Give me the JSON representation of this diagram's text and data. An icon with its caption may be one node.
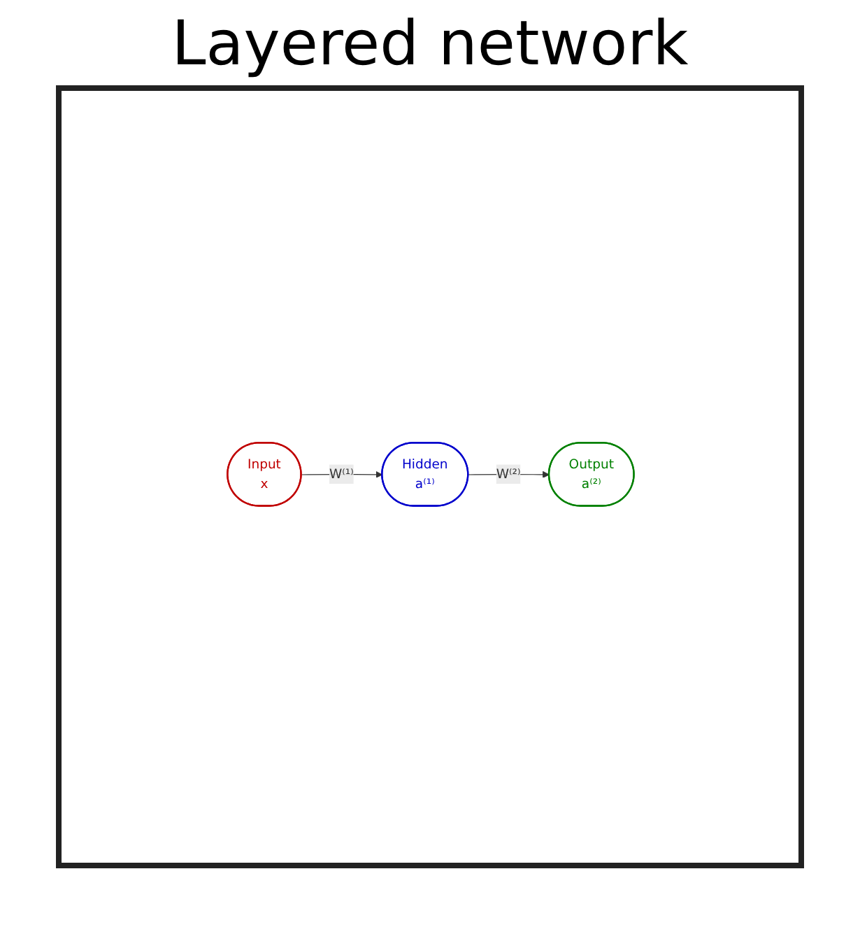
{
  "diagram": {
    "title": "Layered network",
    "nodes": [
      {
        "text": [
          "Input",
          "x"
        ]
      },
      {
        "text": [
          "Hidden",
          "a⁽¹⁾"
        ]
      },
      {
        "text": [
          "Output",
          "a⁽²⁾"
        ]
      }
    ],
    "edges": [
      {
        "from": 0,
        "to": 1,
        "arrow": "to",
        "label": "W⁽¹⁾"
      },
      {
        "from": 1,
        "to": 2,
        "arrow": "to",
        "label": "W⁽²⁾"
      }
    ]
  }
}
